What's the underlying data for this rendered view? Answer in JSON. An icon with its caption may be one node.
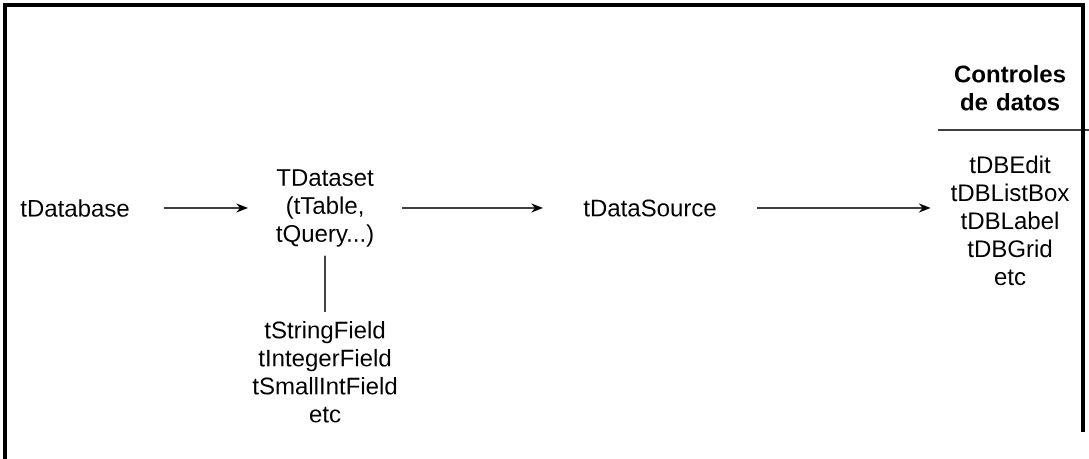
{
  "diagram": {
    "nodes": [
      {
        "text": [
          "tDatabase"
        ]
      },
      {
        "text": [
          "TDataset (tTable, tQuery...)"
        ]
      },
      {
        "text": [
          "tDataSource"
        ]
      },
      {
        "text": [
          "Controles de datos",
          "tDBEdit tDBListBox tDBLabel tDBGrid",
          "etc"
        ]
      },
      {
        "text": [
          "tStringField tIntegerField tSmallIntField",
          "etc"
        ]
      }
    ],
    "edges": [
      {
        "from": 0,
        "to": 1,
        "arrow": "to"
      },
      {
        "from": 1,
        "to": 2,
        "arrow": "to"
      },
      {
        "from": 2,
        "to": 3,
        "arrow": "to"
      },
      {
        "from": 1,
        "to": 4,
        "arrow": "none"
      }
    ]
  }
}
